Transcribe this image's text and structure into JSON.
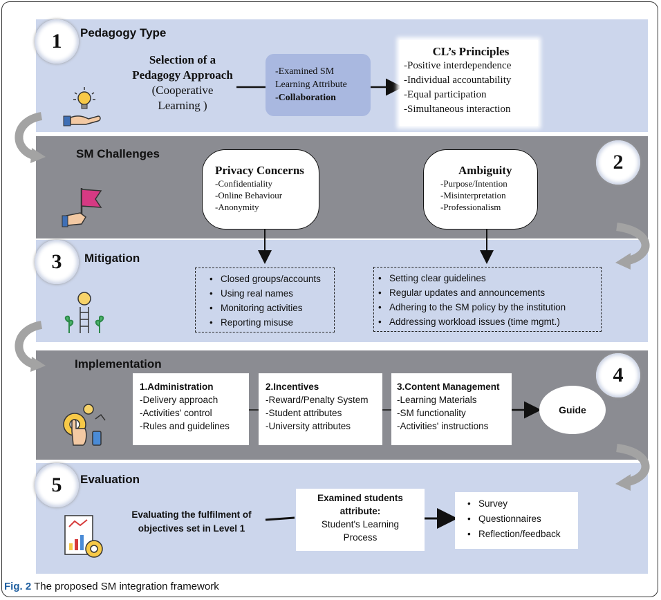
{
  "pedagogy": {
    "number": "1",
    "title": "Pedagogy Type",
    "selection_line1": "Selection of a",
    "selection_line2": "Pedagogy Approach",
    "selection_line3": "(Cooperative",
    "selection_line4": "Learning )",
    "examined_line1": "-Examined SM",
    "examined_line2": "Learning Attribute",
    "examined_line3": "-Collaboration",
    "principles_title": "CL’s Principles",
    "principles": [
      "-Positive interdependence",
      "-Individual accountability",
      "-Equal participation",
      "-Simultaneous interaction"
    ]
  },
  "challenges": {
    "number": "2",
    "title": "SM Challenges",
    "privacy_title": "Privacy Concerns",
    "privacy_items": [
      "-Confidentiality",
      "-Online Behaviour",
      "-Anonymity"
    ],
    "ambiguity_title": "Ambiguity",
    "ambiguity_items": [
      "-Purpose/Intention",
      "-Misinterpretation",
      "-Professionalism"
    ]
  },
  "mitigation": {
    "number": "3",
    "title": "Mitigation",
    "left_items": [
      "Closed groups/accounts",
      "Using real names",
      "Monitoring activities",
      "Reporting misuse"
    ],
    "right_items": [
      "Setting clear guidelines",
      "Regular updates and announcements",
      "Adhering to the SM policy by the institution",
      "Addressing workload issues (time mgmt.)"
    ]
  },
  "implementation": {
    "number": "4",
    "title": "Implementation",
    "admin_title": "1.Administration",
    "admin_items": [
      "-Delivery approach",
      "-Activities' control",
      "-Rules and guidelines"
    ],
    "incent_title": "2.Incentives",
    "incent_items": [
      "-Reward/Penalty System",
      "-Student attributes",
      "-University attributes"
    ],
    "content_title": "3.Content Management",
    "content_items": [
      "-Learning Materials",
      "-SM functionality",
      "-Activities' instructions"
    ],
    "guide": "Guide"
  },
  "evaluation": {
    "number": "5",
    "title": "Evaluation",
    "eval_line1": "Evaluating the fulfilment of",
    "eval_line2": "objectives set in Level 1",
    "exam_line1": "Examined students",
    "exam_line2": "attribute:",
    "exam_line3": "Student's  Learning",
    "exam_line4": "Process",
    "methods": [
      "Survey",
      "Questionnaires",
      "Reflection/feedback"
    ]
  },
  "caption": {
    "label": "Fig. 2",
    "text": " The proposed SM integration framework"
  },
  "icons": [
    "idea-hand-icon",
    "flag-hand-icon",
    "growth-ladder-icon",
    "touch-gear-icon",
    "report-gear-icon"
  ],
  "colors": {
    "light_band": "#ccd6ec",
    "dark_band": "#8b8c92",
    "highlight_box": "#a9b8e0"
  }
}
